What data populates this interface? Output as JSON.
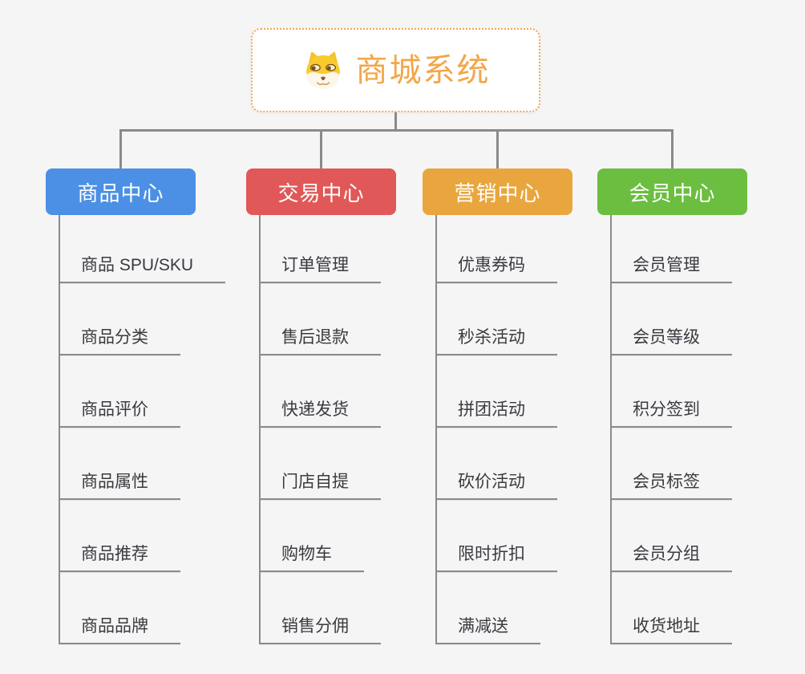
{
  "root": {
    "title": "商城系统",
    "icon": "dog-face-icon"
  },
  "branches": [
    {
      "label": "商品中心",
      "color": "#4b90e4",
      "children": [
        "商品 SPU/SKU",
        "商品分类",
        "商品评价",
        "商品属性",
        "商品推荐",
        "商品品牌"
      ]
    },
    {
      "label": "交易中心",
      "color": "#e15858",
      "children": [
        "订单管理",
        "售后退款",
        "快递发货",
        "门店自提",
        "购物车",
        "销售分佣"
      ]
    },
    {
      "label": "营销中心",
      "color": "#eaa63e",
      "children": [
        "优惠券码",
        "秒杀活动",
        "拼团活动",
        "砍价活动",
        "限时折扣",
        "满减送"
      ]
    },
    {
      "label": "会员中心",
      "color": "#6bbe3f",
      "children": [
        "会员管理",
        "会员等级",
        "积分签到",
        "会员标签",
        "会员分组",
        "收货地址"
      ]
    }
  ],
  "colors": {
    "background": "#f5f5f6",
    "root_accent": "#f2a74a",
    "connector_gray": "#8a8a8a",
    "child_text": "#3a3a40"
  }
}
